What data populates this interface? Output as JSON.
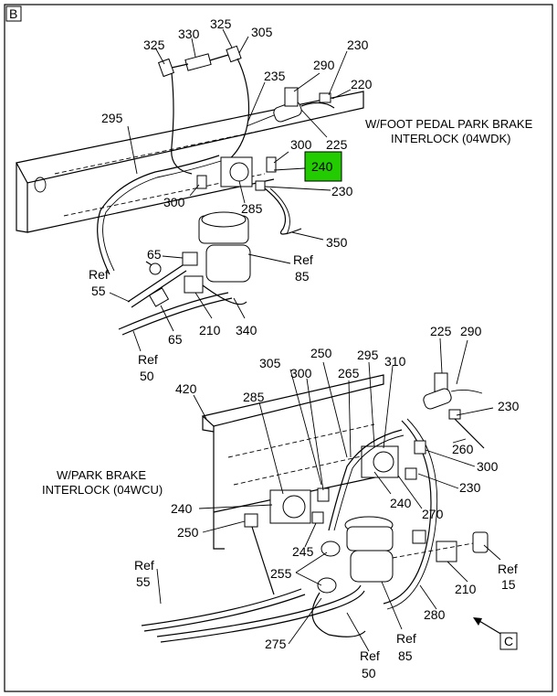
{
  "frame": {
    "corner_label": "B",
    "view_ref_label": "C",
    "highlight_color": "#22cc00"
  },
  "captions": {
    "top": [
      "W/FOOT PEDAL PARK BRAKE",
      "INTERLOCK (04WDK)"
    ],
    "bottom": [
      "W/PARK BRAKE",
      "INTERLOCK (04WCU)"
    ]
  },
  "top_callouts": {
    "c325a": "325",
    "c330": "330",
    "c325b": "325",
    "c305": "305",
    "c230a": "230",
    "c290": "290",
    "c220": "220",
    "c235": "235",
    "c295": "295",
    "c225": "225",
    "c300a": "300",
    "c240": "240",
    "c230b": "230",
    "c300b": "300",
    "c285": "285",
    "c350": "350",
    "c65a": "65",
    "c85": [
      "Ref",
      "85"
    ],
    "c55": [
      "Ref",
      "55"
    ],
    "c65b": "65",
    "c210": "210",
    "c340": "340",
    "c50": [
      "Ref",
      "50"
    ]
  },
  "bottom_callouts": {
    "c225": "225",
    "c290": "290",
    "c305": "305",
    "c250a": "250",
    "c295": "295",
    "c310": "310",
    "c420": "420",
    "c300a": "300",
    "c265": "265",
    "c230a": "230",
    "c285": "285",
    "c260": "260",
    "c300b": "300",
    "c230b": "230",
    "c240a": "240",
    "c240b": "240",
    "c270": "270",
    "c250b": "250",
    "c245": "245",
    "c255": "255",
    "c210": "210",
    "c15": [
      "Ref",
      "15"
    ],
    "c55": [
      "Ref",
      "55"
    ],
    "c280": "280",
    "c275": "275",
    "c50": [
      "Ref",
      "50"
    ],
    "c85": [
      "Ref",
      "85"
    ]
  },
  "icons": {
    "arrow": "view-arrow-icon"
  }
}
